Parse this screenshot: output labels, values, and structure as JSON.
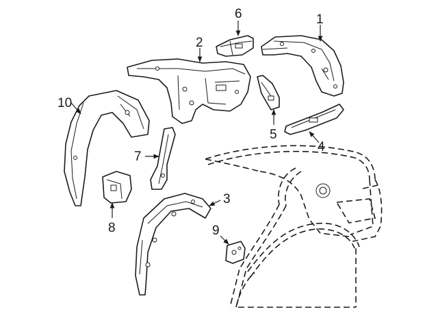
{
  "callouts": {
    "c1": "1",
    "c2": "2",
    "c3": "3",
    "c4": "4",
    "c5": "5",
    "c6": "6",
    "c7": "7",
    "c8": "8",
    "c9": "9",
    "c10": "10"
  },
  "colors": {
    "line": "#1a1a1a",
    "fill": "#ffffff",
    "background": "#ffffff"
  }
}
